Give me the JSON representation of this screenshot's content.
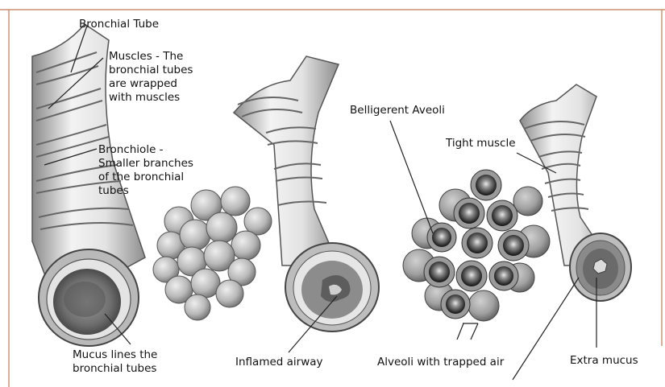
{
  "labels": {
    "bronchial_tube": "Bronchial Tube",
    "muscles": [
      "Muscles - The",
      "bronchial tubes",
      "are  wrapped",
      "with muscles"
    ],
    "bronchiole": [
      "Bronchiole -",
      "Smaller branches",
      "of the bronchial",
      "tubes"
    ],
    "mucus": [
      "Mucus lines the",
      "bronchial tubes"
    ],
    "inflamed": "Inflamed airway",
    "belligerent": "Belligerent Aveoli",
    "tight_muscle": "Tight muscle",
    "trapped_air": "Alveoli with trapped air",
    "extra_mucus": "Extra mucus"
  },
  "colors": {
    "border": "#c07a55",
    "tube_light": "#f2f2f2",
    "tube_mid": "#c4c4c4",
    "tube_dark": "#7a7a7a",
    "alveoli_light": "#d2d2d2",
    "alveoli_dark": "#6e6e6e",
    "mucus": "#8a8a8a",
    "leader_line": "#222222"
  }
}
